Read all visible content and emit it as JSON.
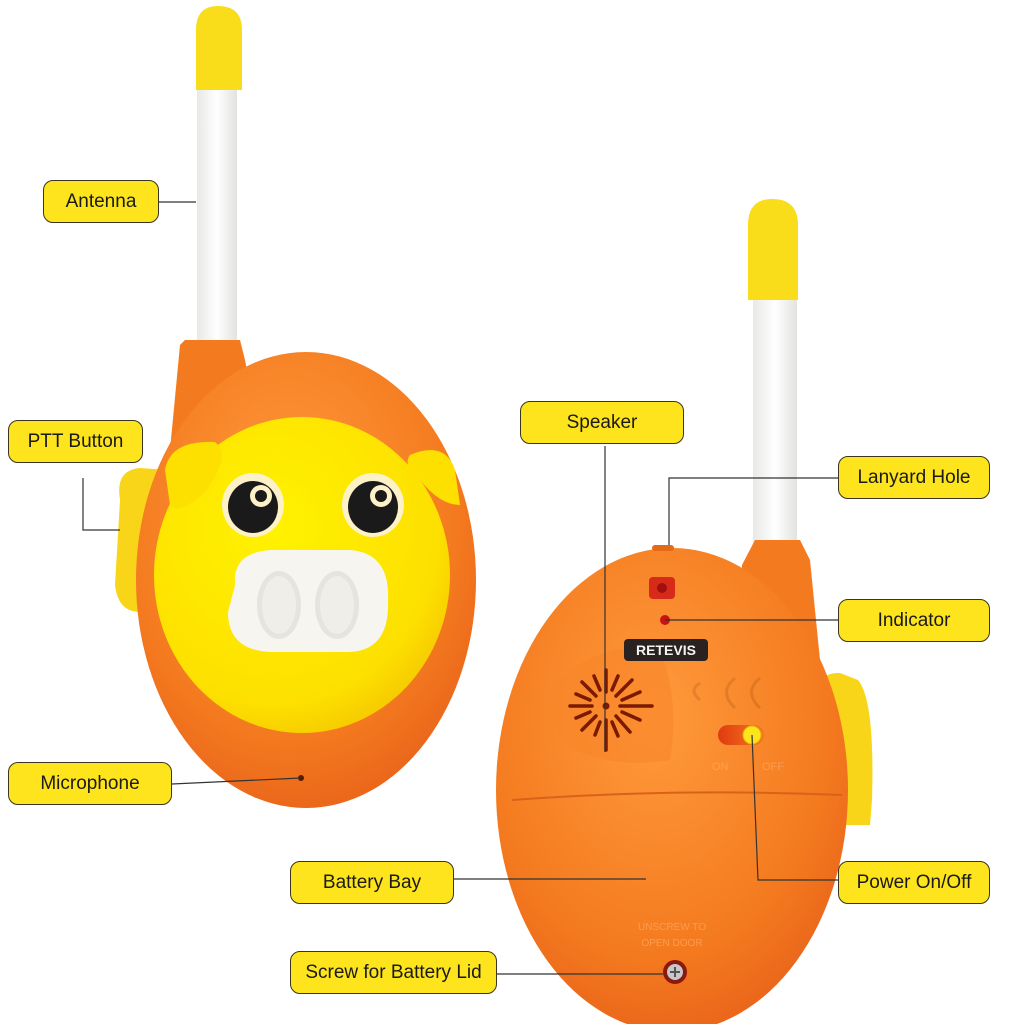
{
  "product": {
    "brand_logo": "RETEVIS",
    "front_view": "pig-face-walkie-talkie-front",
    "back_view": "walkie-talkie-back",
    "colors": {
      "body_orange": "#f47a1f",
      "face_yellow": "#fde000",
      "antenna_white": "#f4f4f2",
      "antenna_tip_yellow": "#f9dc1a",
      "label_fill": "#fde41c",
      "label_border": "#3a3420"
    },
    "back_markings": {
      "switch_left": "ON",
      "switch_right": "OFF",
      "battery_note_line1": "UNSCREW TO",
      "battery_note_line2": "OPEN DOOR"
    }
  },
  "callouts": [
    {
      "id": "antenna",
      "label": "Antenna"
    },
    {
      "id": "ptt-button",
      "label": "PTT Button"
    },
    {
      "id": "microphone",
      "label": "Microphone"
    },
    {
      "id": "speaker",
      "label": "Speaker"
    },
    {
      "id": "lanyard-hole",
      "label": "Lanyard Hole"
    },
    {
      "id": "indicator",
      "label": "Indicator"
    },
    {
      "id": "battery-bay",
      "label": "Battery Bay"
    },
    {
      "id": "power-on-off",
      "label": "Power On/Off"
    },
    {
      "id": "screw-for-battery-lid",
      "label": "Screw for Battery Lid"
    }
  ]
}
